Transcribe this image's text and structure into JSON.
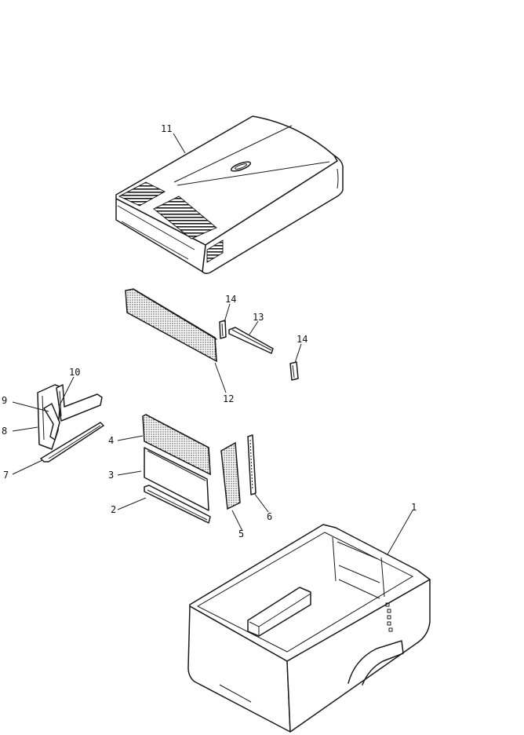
{
  "callouts": [
    {
      "id": "c1",
      "text": "1"
    },
    {
      "id": "c2",
      "text": "2"
    },
    {
      "id": "c3",
      "text": "3"
    },
    {
      "id": "c4",
      "text": "4"
    },
    {
      "id": "c5",
      "text": "5"
    },
    {
      "id": "c6",
      "text": "6"
    },
    {
      "id": "c7",
      "text": "7"
    },
    {
      "id": "c8",
      "text": "8"
    },
    {
      "id": "c9",
      "text": "9"
    },
    {
      "id": "c10",
      "text": "10"
    },
    {
      "id": "c11",
      "text": "11"
    },
    {
      "id": "c12",
      "text": "12"
    },
    {
      "id": "c13",
      "text": "13"
    },
    {
      "id": "c14a",
      "text": "14"
    },
    {
      "id": "c14b",
      "text": "14"
    }
  ],
  "colors": {
    "line": "#1a1a1a",
    "background": "#ffffff"
  }
}
